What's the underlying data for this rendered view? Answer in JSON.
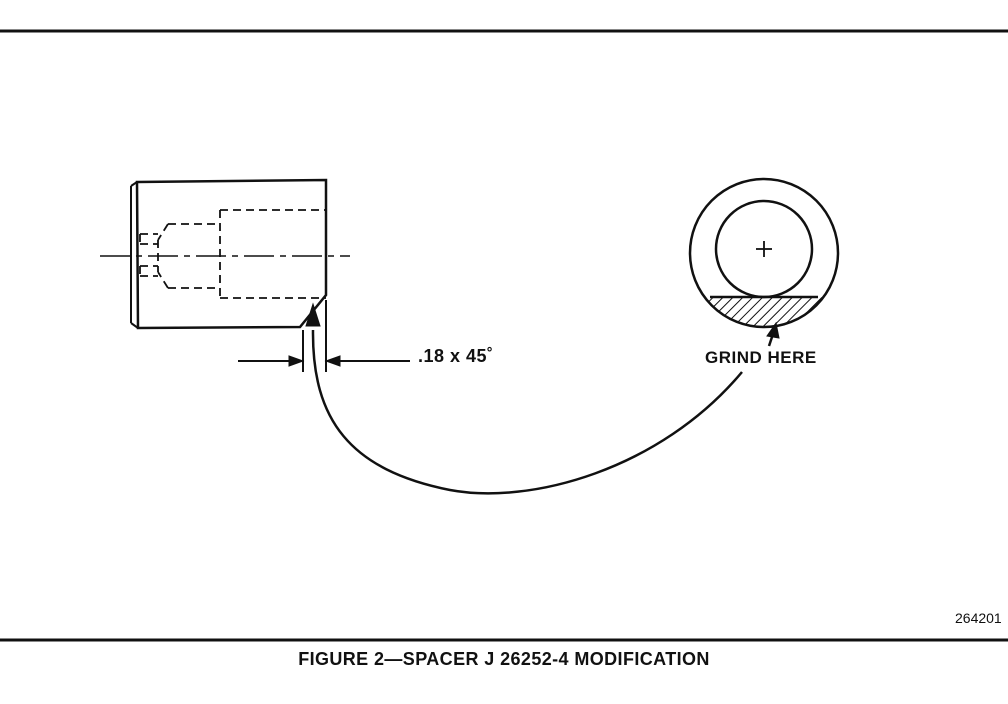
{
  "diagram": {
    "dimension_label": ".18 x 45˚",
    "grind_label": "GRIND HERE",
    "drawing_number": "264201",
    "caption": "FIGURE 2—SPACER J 26252-4 MODIFICATION",
    "colors": {
      "ink": "#111111",
      "background": "#ffffff"
    }
  }
}
